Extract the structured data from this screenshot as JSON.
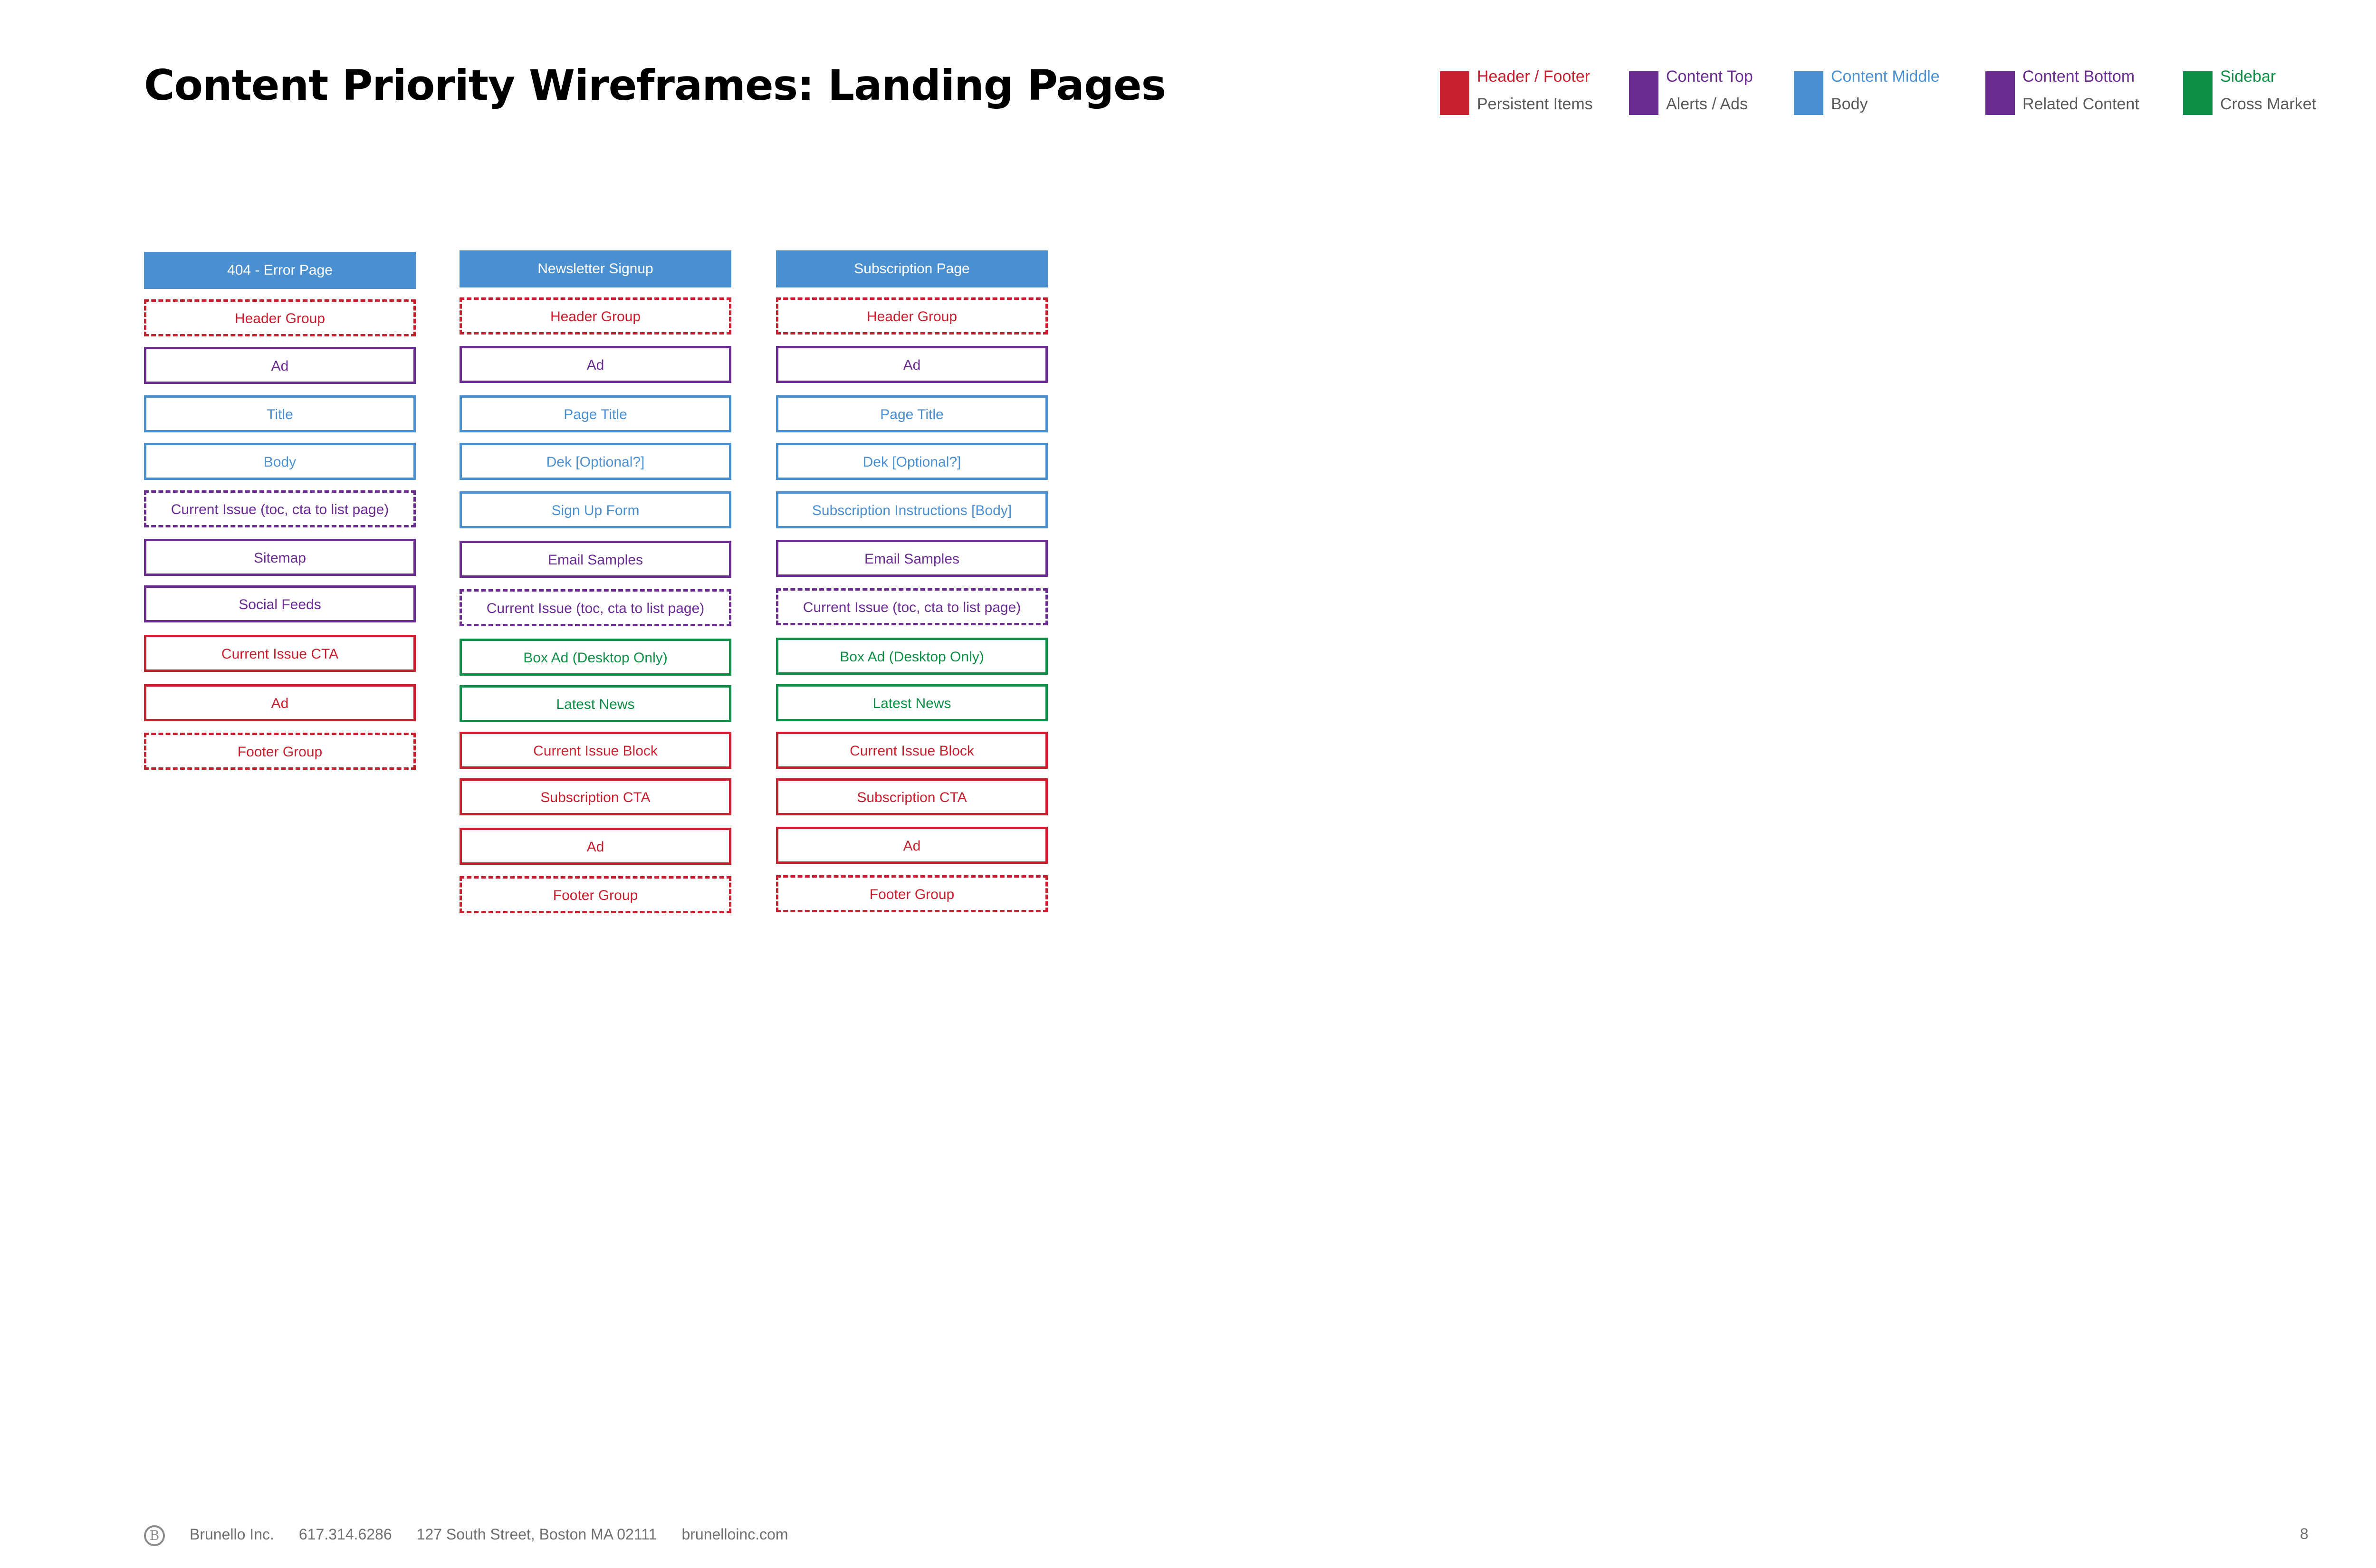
{
  "page": {
    "title": "Content Priority Wireframes: Landing Pages",
    "page_number": "8"
  },
  "colors": {
    "red": "#c8202e",
    "purple": "#6a2c91",
    "blue": "#4a8fcf",
    "green": "#0e8f48",
    "header_fill": "#4a8fcf"
  },
  "legend": [
    {
      "label": "Header / Footer",
      "sub": "Persistent Items",
      "color": "#c8202e",
      "label_color": "#c8202e",
      "icon": "red-swatch"
    },
    {
      "label": "Content Top",
      "sub": "Alerts / Ads",
      "color": "#6a2c91",
      "label_color": "#6a2c91",
      "icon": "purple-swatch"
    },
    {
      "label": "Content Middle",
      "sub": "Body",
      "color": "#4a8fcf",
      "label_color": "#4a8fcf",
      "icon": "blue-swatch"
    },
    {
      "label": "Content Bottom",
      "sub": "Related Content",
      "color": "#6a2c91",
      "label_color": "#6a2c91",
      "icon": "purple-swatch"
    },
    {
      "label": "Sidebar",
      "sub": "Cross Market",
      "color": "#0e8f48",
      "label_color": "#0e8f48",
      "icon": "green-swatch"
    }
  ],
  "columns": [
    {
      "header": "404 - Error Page",
      "items": [
        {
          "label": "Header Group",
          "color": "red",
          "dashed": true
        },
        {
          "label": "Ad",
          "color": "purple",
          "dashed": false
        },
        {
          "label": "Title",
          "color": "blue",
          "dashed": false
        },
        {
          "label": "Body",
          "color": "blue",
          "dashed": false
        },
        {
          "label": "Current Issue (toc, cta to list page)",
          "color": "purple",
          "dashed": true
        },
        {
          "label": "Sitemap",
          "color": "purple",
          "dashed": false
        },
        {
          "label": "Social Feeds",
          "color": "purple",
          "dashed": false
        },
        {
          "label": "Current Issue CTA",
          "color": "red",
          "dashed": false
        },
        {
          "label": "Ad",
          "color": "red",
          "dashed": false
        },
        {
          "label": "Footer Group",
          "color": "red",
          "dashed": true
        }
      ]
    },
    {
      "header": "Newsletter Signup",
      "items": [
        {
          "label": "Header Group",
          "color": "red",
          "dashed": true
        },
        {
          "label": "Ad",
          "color": "purple",
          "dashed": false
        },
        {
          "label": "Page Title",
          "color": "blue",
          "dashed": false
        },
        {
          "label": "Dek [Optional?]",
          "color": "blue",
          "dashed": false
        },
        {
          "label": "Sign Up Form",
          "color": "blue",
          "dashed": false
        },
        {
          "label": "Email Samples",
          "color": "purple",
          "dashed": false
        },
        {
          "label": "Current Issue (toc, cta to list page)",
          "color": "purple",
          "dashed": true
        },
        {
          "label": "Box Ad (Desktop Only)",
          "color": "green",
          "dashed": false
        },
        {
          "label": "Latest News",
          "color": "green",
          "dashed": false
        },
        {
          "label": "Current Issue Block",
          "color": "red",
          "dashed": false
        },
        {
          "label": "Subscription CTA",
          "color": "red",
          "dashed": false
        },
        {
          "label": "Ad",
          "color": "red",
          "dashed": false
        },
        {
          "label": "Footer Group",
          "color": "red",
          "dashed": true
        }
      ]
    },
    {
      "header": "Subscription Page",
      "items": [
        {
          "label": "Header Group",
          "color": "red",
          "dashed": true
        },
        {
          "label": "Ad",
          "color": "purple",
          "dashed": false
        },
        {
          "label": "Page Title",
          "color": "blue",
          "dashed": false
        },
        {
          "label": "Dek [Optional?]",
          "color": "blue",
          "dashed": false
        },
        {
          "label": "Subscription Instructions [Body]",
          "color": "blue",
          "dashed": false
        },
        {
          "label": "Email Samples",
          "color": "purple",
          "dashed": false
        },
        {
          "label": "Current Issue (toc, cta to list page)",
          "color": "purple",
          "dashed": true
        },
        {
          "label": "Box Ad (Desktop Only)",
          "color": "green",
          "dashed": false
        },
        {
          "label": "Latest News",
          "color": "green",
          "dashed": false
        },
        {
          "label": "Current Issue Block",
          "color": "red",
          "dashed": false
        },
        {
          "label": "Subscription CTA",
          "color": "red",
          "dashed": false
        },
        {
          "label": "Ad",
          "color": "red",
          "dashed": false
        },
        {
          "label": "Footer Group",
          "color": "red",
          "dashed": true
        }
      ]
    }
  ],
  "footer": {
    "logo_glyph": "B",
    "company": "Brunello Inc.",
    "phone": "617.314.6286",
    "address": "127 South Street, Boston MA 02111",
    "website": "brunelloinc.com"
  }
}
